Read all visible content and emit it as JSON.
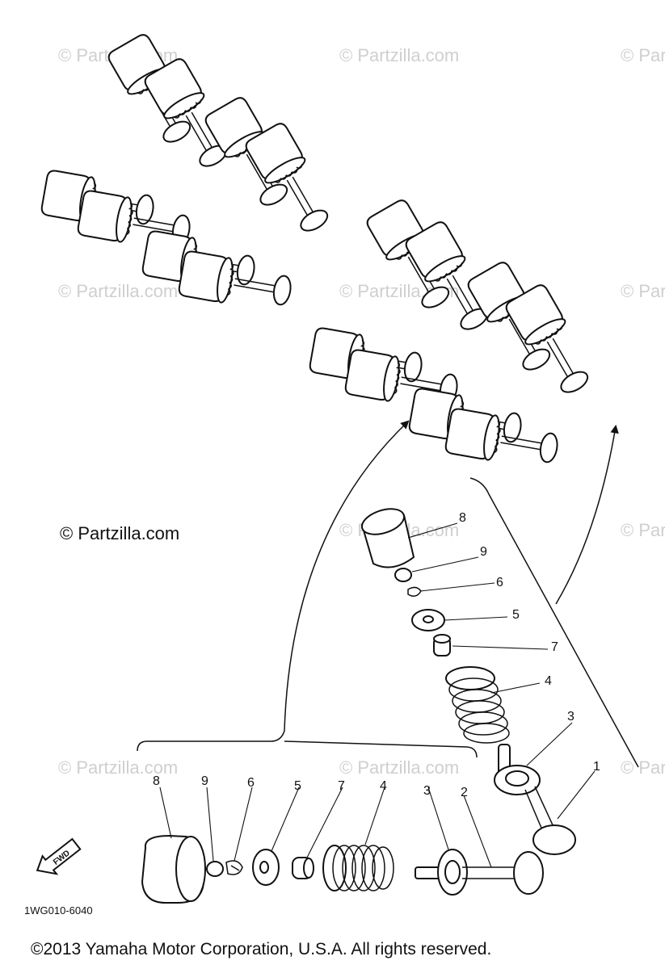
{
  "watermark": "© Partzilla.com",
  "diagram_code": "1WG010-6040",
  "copyright": "©2013  Yamaha Motor Corporation, U.S.A. All rights reserved.",
  "fwd_label": "FWD",
  "callouts_top": [
    "8",
    "9",
    "6",
    "5",
    "7",
    "4",
    "3",
    "1"
  ],
  "callouts_bottom": [
    "8",
    "9",
    "6",
    "5",
    "7",
    "4",
    "3",
    "2"
  ]
}
